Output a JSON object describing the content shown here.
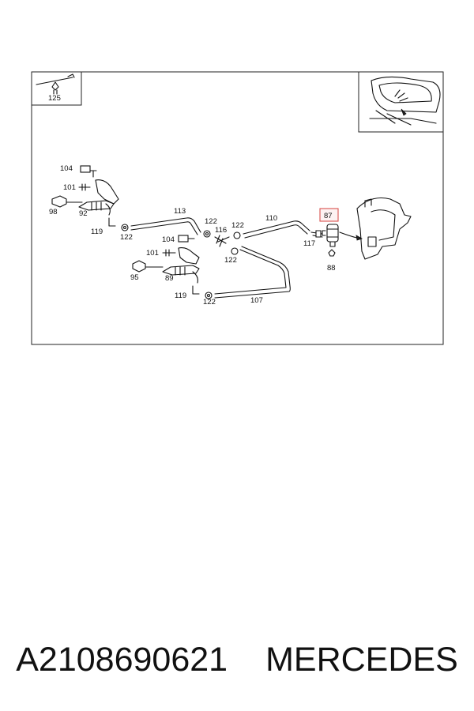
{
  "diagram": {
    "labels": {
      "p125": "125",
      "p104a": "104",
      "p101a": "101",
      "p98": "98",
      "p92": "92",
      "p119a": "119",
      "p122a": "122",
      "p113": "113",
      "p122b": "122",
      "p116": "116",
      "p122c": "122",
      "p110": "110",
      "p122d": "122",
      "p87": "87",
      "p117": "117",
      "p88": "88",
      "p104b": "104",
      "p101b": "101",
      "p95": "95",
      "p89": "89",
      "p119b": "119",
      "p122e": "122",
      "p107": "107"
    },
    "highlight_color": "#d9534f"
  },
  "caption": {
    "part_number": "A2108690621",
    "brand": "MERCEDES"
  }
}
